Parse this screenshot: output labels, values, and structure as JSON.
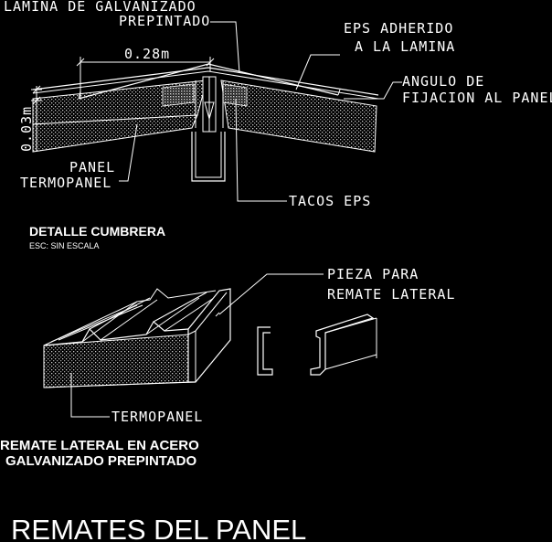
{
  "labels": {
    "lamina_line1": "LAMINA DE GALVANIZADO",
    "lamina_line2": "PREPINTADO",
    "eps_line1": "EPS ADHERIDO",
    "eps_line2": "A LA LAMINA",
    "angulo_line1": "ANGULO DE",
    "angulo_line2": "FIJACION AL PANEL",
    "dim_width": "0.28m",
    "dim_height": "0.03m",
    "panel_line1": "PANEL",
    "panel_line2": "TERMOPANEL",
    "tacos": "TACOS EPS",
    "pieza_line1": "PIEZA PARA",
    "pieza_line2": "REMATE LATERAL",
    "termopanel": "TERMOPANEL"
  },
  "titles": {
    "detalle": "DETALLE CUMBRERA",
    "escala": "ESC: SIN ESCALA",
    "remate_line1": "REMATE LATERAL EN ACERO",
    "remate_line2": "GALVANIZADO PREPINTADO",
    "main": "REMATES DEL PANEL"
  },
  "colors": {
    "background": "#000000",
    "lines": "#ffffff"
  }
}
